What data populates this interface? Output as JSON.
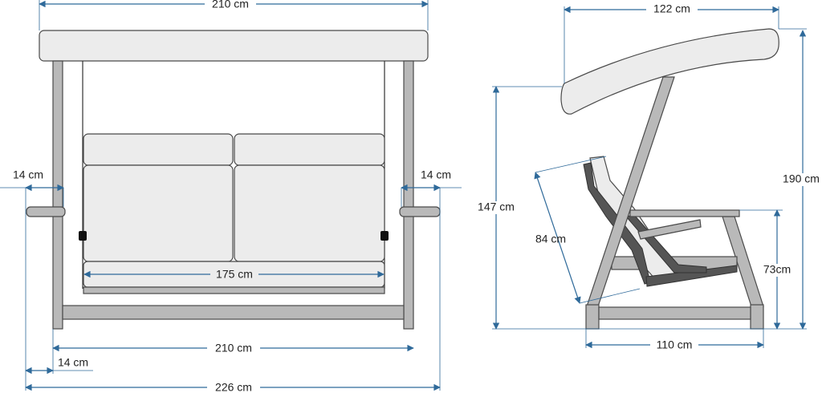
{
  "front_view": {
    "top_width": "210 cm",
    "left_armrest_offset": "14 cm",
    "right_armrest_offset": "14 cm",
    "seat_width": "175 cm",
    "base_width": "210 cm",
    "bottom_offset": "14 cm",
    "total_width": "226 cm"
  },
  "side_view": {
    "canopy_depth": "122 cm",
    "canopy_front_height": "147 cm",
    "backrest_length": "84 cm",
    "total_height": "190 cm",
    "seat_height": "73cm",
    "base_depth": "110 cm"
  },
  "colors": {
    "dimension_line": "#2f6a9a",
    "frame": "#b9b9b9",
    "cushion": "#ececec"
  }
}
